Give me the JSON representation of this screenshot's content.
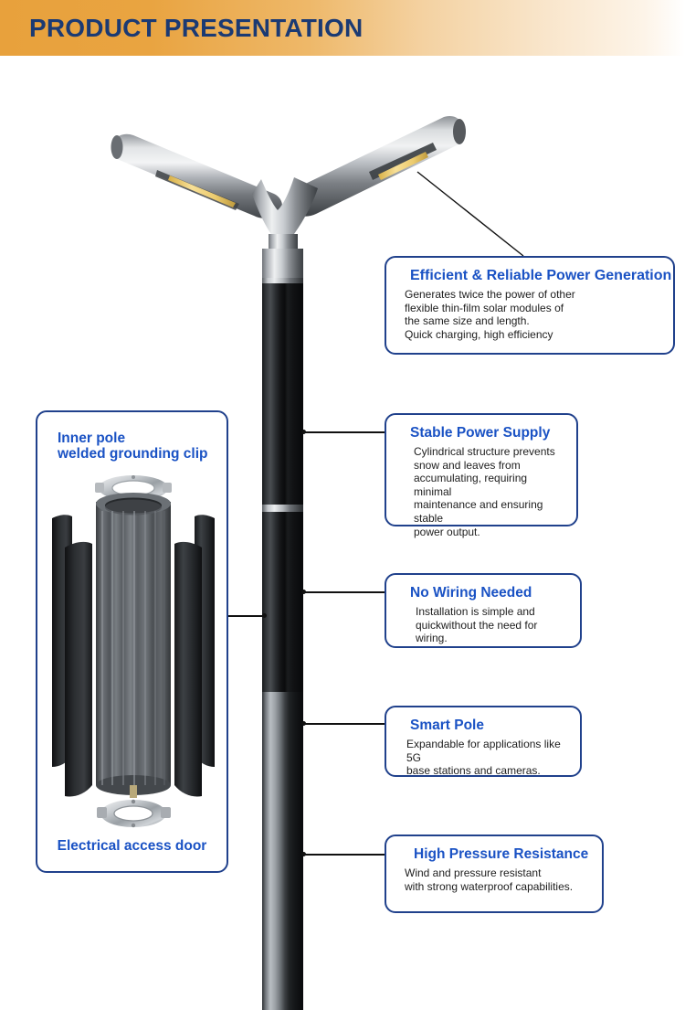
{
  "header": {
    "title": "PRODUCT PRESENTATION",
    "band_color_left": "#e8a13c",
    "band_color_right": "#ffffff",
    "title_color": "#1b3a73"
  },
  "theme": {
    "accent_blue": "#1a52c4",
    "border_blue": "#20418c",
    "body_text": "#1d1d1d",
    "leader_line": "#111111",
    "pole_black": "#111111",
    "pole_silver": "#b8bdc2",
    "led_yellow": "#f5d46a"
  },
  "callouts": [
    {
      "id": "power",
      "title": "Efficient & Reliable Power Generation",
      "body": "Generates twice the power of other\nflexible thin-film solar modules of\nthe same size and length.\nQuick charging, high efficiency"
    },
    {
      "id": "stable",
      "title": "Stable Power Supply",
      "body": "Cylindrical structure prevents\nsnow and leaves from\naccumulating, requiring minimal\nmaintenance and ensuring stable\npower output."
    },
    {
      "id": "wiring",
      "title": "No Wiring Needed",
      "body": "Installation is simple and\nquickwithout the need for wiring."
    },
    {
      "id": "smart",
      "title": "Smart Pole",
      "body": "Expandable for applications like 5G\nbase stations and cameras."
    },
    {
      "id": "pressure",
      "title": "High Pressure Resistance",
      "body": "Wind and pressure resistant\nwith strong  waterproof capabilities."
    }
  ],
  "left_panel": {
    "title": "Inner pole\nwelded grounding clip",
    "caption": "Electrical access door"
  },
  "figure": {
    "name": "solar-street-light-pole",
    "description": "Y-shaped dual-arm solar street lamp on a tall cylindrical pole"
  }
}
